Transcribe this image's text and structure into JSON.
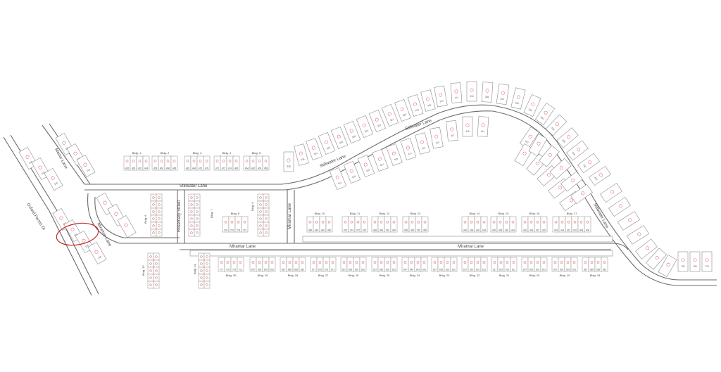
{
  "streets": {
    "stillwater_top": "Stillwater Lane",
    "stillwater_mid": "Stillwater Lane",
    "stillwater_right": "Stillwater Lane",
    "miramar_left": "Miramar Lane",
    "miramar_bottom": "Miramar Lane",
    "miramar_center": "Miramar Lane",
    "miramar_vertical": "Miramar Lane",
    "rosemary": "Rosemary Street",
    "oxford": "Oxford Farms Dr",
    "manor": "Manor Lane"
  },
  "top_buildings": [
    {
      "label": "Bldg. 1",
      "units": [
        "426",
        "428",
        "432",
        "434"
      ]
    },
    {
      "label": "Bldg. 2",
      "units": [
        "458",
        "460",
        "466",
        "468"
      ]
    },
    {
      "label": "Bldg. 3",
      "units": [
        "482",
        "484",
        "476",
        "478"
      ]
    },
    {
      "label": "Bldg. 4",
      "units": [
        "470",
        "472",
        "474",
        "466"
      ]
    },
    {
      "label": "Bldg. 5",
      "units": [
        "464",
        "462",
        "460",
        "458"
      ]
    }
  ],
  "mid_buildings": [
    {
      "label": "Bldg. 8",
      "units": [
        "704",
        "702",
        "703",
        "701"
      ]
    },
    {
      "label": "Bldg. 10",
      "units": [
        "486",
        "484",
        "482",
        "480"
      ]
    },
    {
      "label": "Bldg. 11",
      "units": [
        "476",
        "474",
        "472",
        "470"
      ]
    },
    {
      "label": "Bldg. 12",
      "units": [
        "466",
        "464",
        "462",
        "460"
      ]
    },
    {
      "label": "Bldg. 13",
      "units": [
        "456",
        "454",
        "452",
        "450"
      ]
    },
    {
      "label": "Bldg. 14",
      "units": [
        "440",
        "438",
        "436",
        "434"
      ]
    },
    {
      "label": "Bldg. 15",
      "units": [
        "430",
        "428",
        "426",
        "424"
      ]
    },
    {
      "label": "Bldg. 16",
      "units": [
        "426",
        "424",
        "422",
        "420"
      ]
    },
    {
      "label": "Bldg. 17",
      "units": [
        "416",
        "414",
        "412",
        "410",
        "408",
        "406"
      ]
    }
  ],
  "bottom_buildings": [
    {
      "label": "Bldg. 30",
      "units": [
        "707",
        "705",
        "703",
        "701"
      ]
    },
    {
      "label": "Bldg. 29",
      "units": [
        "697",
        "695",
        "693",
        "691"
      ]
    },
    {
      "label": "Bldg. 28",
      "units": [
        "687",
        "685",
        "683",
        "681"
      ]
    },
    {
      "label": "Bldg. 27",
      "units": [
        "677",
        "675",
        "673",
        "671"
      ]
    },
    {
      "label": "Bldg. 26",
      "units": [
        "667",
        "665",
        "663",
        "661"
      ]
    },
    {
      "label": "Bldg. 25",
      "units": [
        "657",
        "655",
        "653",
        "651"
      ]
    },
    {
      "label": "Bldg. 24",
      "units": [
        "647",
        "645",
        "643",
        "641"
      ]
    },
    {
      "label": "Bldg. 23",
      "units": [
        "637",
        "635",
        "633",
        "631"
      ]
    },
    {
      "label": "Bldg. 22",
      "units": [
        "627",
        "625",
        "623",
        "621"
      ]
    },
    {
      "label": "Bldg. 21",
      "units": [
        "617",
        "615",
        "613",
        "611"
      ]
    },
    {
      "label": "Bldg. 20",
      "units": [
        "607",
        "605",
        "603",
        "601"
      ]
    },
    {
      "label": "Bldg. 19",
      "units": [
        "597",
        "595",
        "593",
        "591"
      ]
    },
    {
      "label": "Bldg. 18",
      "units": [
        "587",
        "585",
        "583",
        "581"
      ]
    }
  ],
  "side_buildings": {
    "bldg6": "Bldg. 6",
    "bldg7": "Bldg. 7",
    "bldg9": "Bldg. 9",
    "bldg31": "Bldg. 31",
    "bldg32": "Bldg. 32"
  },
  "arc_lot_numbers": [
    "338",
    "336",
    "334",
    "332",
    "330",
    "328",
    "326",
    "324",
    "322",
    "320",
    "318",
    "316",
    "314",
    "312",
    "310",
    "308",
    "306",
    "304",
    "302",
    "300",
    "298",
    "296",
    "294",
    "292",
    "290"
  ],
  "inner_lot_numbers": [
    "401",
    "403",
    "405",
    "407",
    "409",
    "411",
    "413",
    "415",
    "417",
    "419",
    "421",
    "423"
  ],
  "far_right_lots": [
    "782",
    "780",
    "778"
  ],
  "left_lots": [
    "100",
    "102",
    "104",
    "106",
    "108",
    "110",
    "112",
    "114",
    "116",
    "118"
  ],
  "colors": {
    "unit_marker": "#d9534f",
    "highlight": "#c62828",
    "road": "#6b6b6b"
  }
}
